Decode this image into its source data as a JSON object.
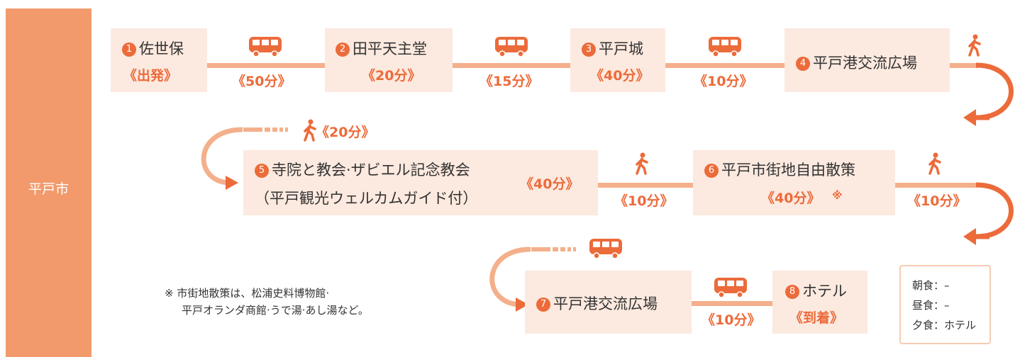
{
  "region": "平戸市",
  "stops": [
    {
      "num": "1",
      "name": "佐世保",
      "time": "《出発》"
    },
    {
      "num": "2",
      "name": "田平天主堂",
      "time": "《20分》"
    },
    {
      "num": "3",
      "name": "平戸城",
      "time": "《40分》"
    },
    {
      "num": "4",
      "name": "平戸港交流広場",
      "time": ""
    },
    {
      "num": "5",
      "name": "寺院と教会·ザビエル記念教会",
      "name2": "（平戸観光ウェルカムガイド付）",
      "time": "《40分》"
    },
    {
      "num": "6",
      "name": "平戸市街地自由散策",
      "time": "《40分》",
      "mark": "※"
    },
    {
      "num": "7",
      "name": "平戸港交流広場",
      "time": ""
    },
    {
      "num": "8",
      "name": "ホテル",
      "time": "《到着》"
    }
  ],
  "transfers": [
    {
      "mode": "bus-icon",
      "time": "《50分》"
    },
    {
      "mode": "bus-icon",
      "time": "《15分》"
    },
    {
      "mode": "bus-icon",
      "time": "《10分》"
    },
    {
      "mode": "walk-icon",
      "time": "《20分》"
    },
    {
      "mode": "walk-icon",
      "time": "《10分》"
    },
    {
      "mode": "walk-icon",
      "time": "《10分》"
    },
    {
      "mode": "bus-icon",
      "time": ""
    },
    {
      "mode": "bus-icon",
      "time": "《10分》"
    }
  ],
  "note": {
    "line1": "※ 市街地散策は、松浦史料博物館·",
    "line2": "平戸オランダ商館·うで湯·あし湯など。"
  },
  "meals": {
    "breakfast": "朝食：–",
    "lunch": "昼食：–",
    "dinner": "夕食：ホテル"
  },
  "colors": {
    "accent": "#ec6b3a",
    "side": "#f29a6b",
    "box": "#fce9df",
    "line": "#f4b08b"
  }
}
